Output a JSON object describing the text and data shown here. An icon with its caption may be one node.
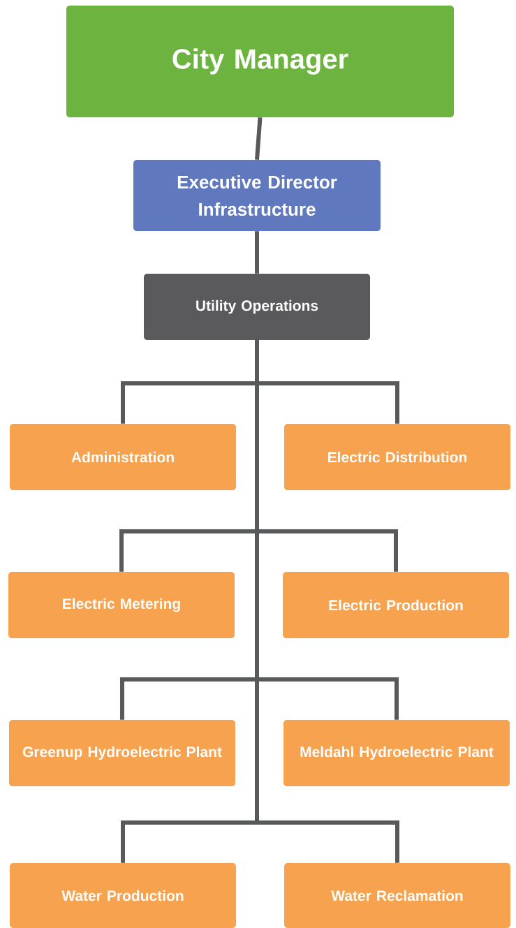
{
  "diagram": {
    "nodes": [
      {
        "text": [
          "City Manager"
        ]
      },
      {
        "text": [
          "Executive Director Infrastructure"
        ]
      },
      {
        "text": [
          "Utility Operations"
        ]
      },
      {
        "text": [
          "Administration"
        ]
      },
      {
        "text": [
          "Electric Distribution"
        ]
      },
      {
        "text": [
          "Electric Metering"
        ]
      },
      {
        "text": [
          "Electric Production"
        ]
      },
      {
        "text": [
          "Greenup Hydroelectric Plant"
        ]
      },
      {
        "text": [
          "Meldahl Hydroelectric Plant"
        ]
      },
      {
        "text": [
          "Water Production"
        ]
      },
      {
        "text": [
          "Water Reclamation"
        ]
      }
    ],
    "edges": [
      {
        "from": 0,
        "to": 1,
        "arrow": "none"
      },
      {
        "from": 1,
        "to": 2,
        "arrow": "none"
      },
      {
        "from": 2,
        "to": 3,
        "arrow": "none"
      },
      {
        "from": 2,
        "to": 4,
        "arrow": "none"
      },
      {
        "from": 2,
        "to": 5,
        "arrow": "none"
      },
      {
        "from": 2,
        "to": 6,
        "arrow": "none"
      },
      {
        "from": 2,
        "to": 7,
        "arrow": "none"
      },
      {
        "from": 2,
        "to": 8,
        "arrow": "none"
      },
      {
        "from": 2,
        "to": 9,
        "arrow": "none"
      },
      {
        "from": 2,
        "to": 10,
        "arrow": "none"
      }
    ]
  }
}
